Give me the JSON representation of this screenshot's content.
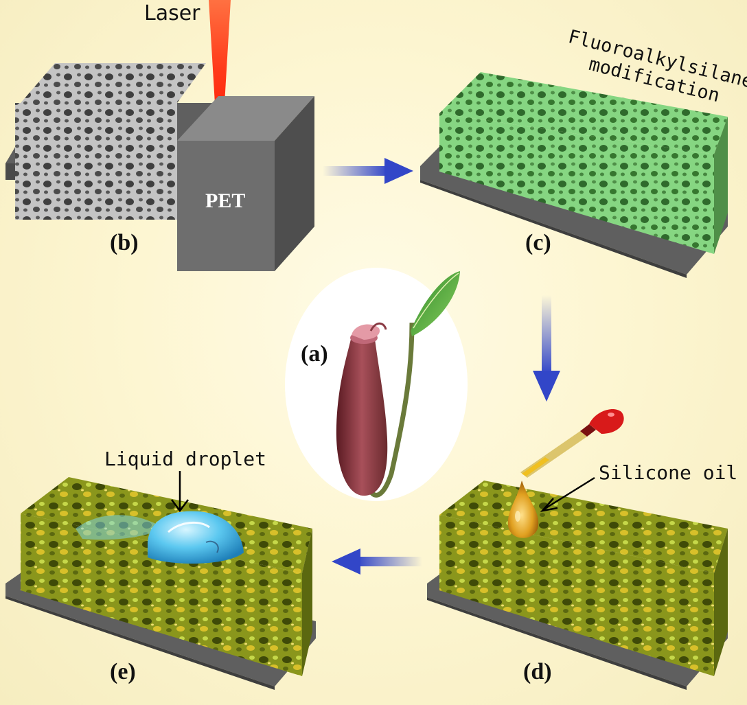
{
  "labels": {
    "laser": "Laser",
    "pet": "PET",
    "fluoro_line1": "Fluoroalkylsilane",
    "fluoro_line2": "modification",
    "silicone_oil": "Silicone oil",
    "liquid_droplet": "Liquid droplet"
  },
  "panels": {
    "a": "(a)",
    "b": "(b)",
    "c": "(c)",
    "d": "(d)",
    "e": "(e)"
  },
  "colors": {
    "background": "#fdf6d2",
    "laser": "#ff3010",
    "porous_gray": "#b9b9b9",
    "porous_green": "#7ed37a",
    "pet_block": "#6e6e6e",
    "arrow_blue": "#3246c8",
    "slippery_surface": "#8e9a1c",
    "droplet_blue": "#5cc8f0",
    "oil_amber": "#e0a020",
    "dropper_bulb": "#d81a1a"
  },
  "icons": [
    "laser-beam",
    "porous-scaffold",
    "pet-block",
    "process-arrow",
    "pitcher-plant",
    "dropper",
    "oil-drop",
    "water-droplet"
  ]
}
